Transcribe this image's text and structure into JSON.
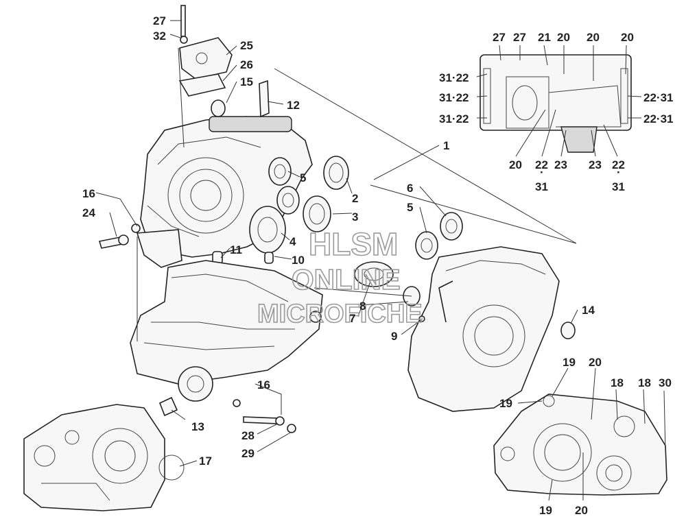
{
  "watermark": {
    "line1": "HLSM",
    "line2": "ONLINE",
    "line3": "MICROFICHE"
  },
  "callouts": [
    "27",
    "32",
    "25",
    "26",
    "15",
    "12",
    "1",
    "5",
    "2",
    "3",
    "4",
    "11",
    "10",
    "16",
    "24",
    "6",
    "5",
    "14",
    "7",
    "8",
    "9",
    "16",
    "13",
    "28",
    "29",
    "17",
    "19",
    "20",
    "19",
    "18",
    "18",
    "30",
    "19",
    "20",
    "27",
    "27",
    "21",
    "20",
    "20",
    "20",
    "31·22",
    "31·22",
    "31·22",
    "22·31",
    "22·31",
    "20",
    "22",
    "23",
    "23",
    "22",
    "·",
    "31",
    "·",
    "31"
  ],
  "colors": {
    "ink": "#222222",
    "watermark": "#9a9a9a"
  }
}
